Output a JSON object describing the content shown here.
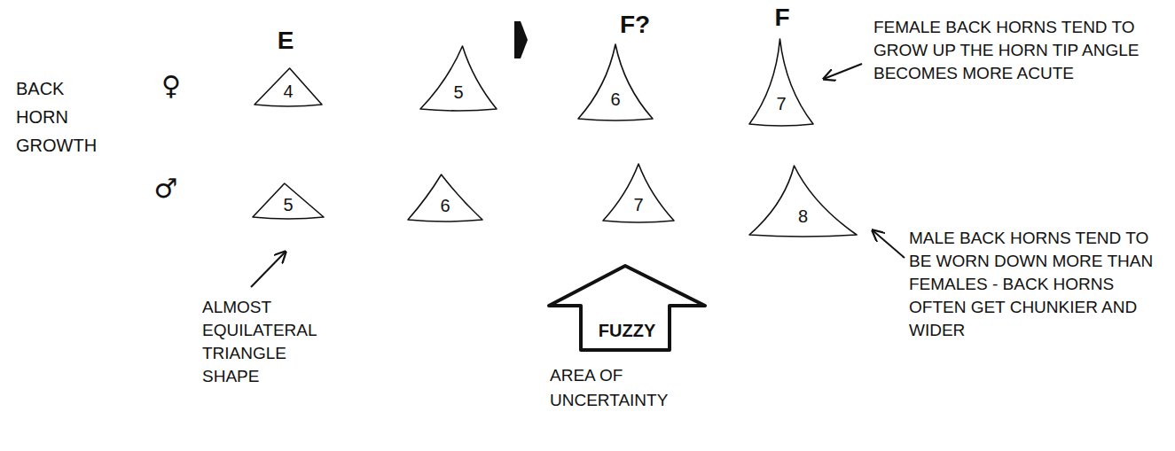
{
  "diagram": {
    "nodes": [
      {
        "text": [
          "4"
        ]
      },
      {
        "text": [
          "5"
        ]
      },
      {
        "text": [
          "6"
        ]
      },
      {
        "text": [
          "7"
        ]
      },
      {
        "text": [
          "5"
        ]
      },
      {
        "text": [
          "6"
        ]
      },
      {
        "text": [
          "7"
        ]
      },
      {
        "text": [
          "8"
        ]
      },
      {
        "text": [
          "FUZZY"
        ]
      }
    ],
    "labels": [
      "E",
      "F?",
      "F",
      "BACK HORN GROWTH",
      "♀",
      "♂",
      "FEMALE BACK HORNS TEND TO GROW UP THE HORN TIP ANGLE BECOMES MORE ACUTE",
      "MALE BACK HORNS TEND TO BE WORN DOWN MORE THAN FEMALES - BACK HORNS OFTEN GET CHUNKIER AND WIDER",
      "ALMOST EQUILATERAL TRIANGLE SHAPE",
      "AREA OF UNCERTAINTY"
    ]
  }
}
